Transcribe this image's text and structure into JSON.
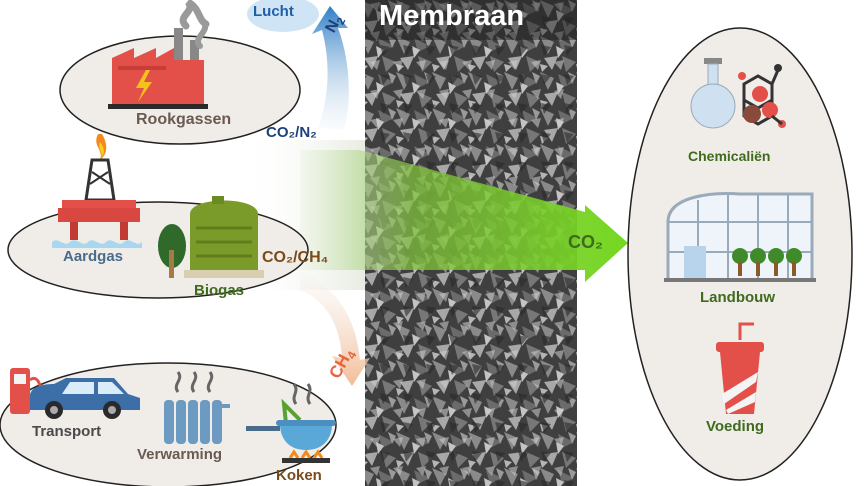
{
  "title": "Membraan",
  "sources": {
    "flue_gas": "Rookgassen",
    "natural_gas": "Aardgas",
    "biogas": "Biogas"
  },
  "flows": {
    "air": "Lucht",
    "n2": "N",
    "n2_sub": "2",
    "co2_n2": "CO₂/N₂",
    "co2_ch4": "CO₂/CH₄",
    "ch4": "CH",
    "ch4_sub": "4",
    "co2": "CO₂"
  },
  "uses": {
    "transport": "Transport",
    "heating": "Verwarming",
    "cooking": "Koken"
  },
  "applications": {
    "chemicals": "Chemicaliën",
    "agriculture": "Landbouw",
    "food": "Voeding"
  },
  "colors": {
    "membrane": "#4a4a4a",
    "co2_arrow": "#7ec530",
    "n2_arrow": "#2f7fc6",
    "ch4_arrow": "#e8643a",
    "label_blue": "#1e3f7a",
    "label_green": "#3f6b1e",
    "label_brown": "#7a4b1a",
    "label_grey": "#6a5a52",
    "factory": "#e3504a",
    "tank": "#7a9a2a"
  }
}
